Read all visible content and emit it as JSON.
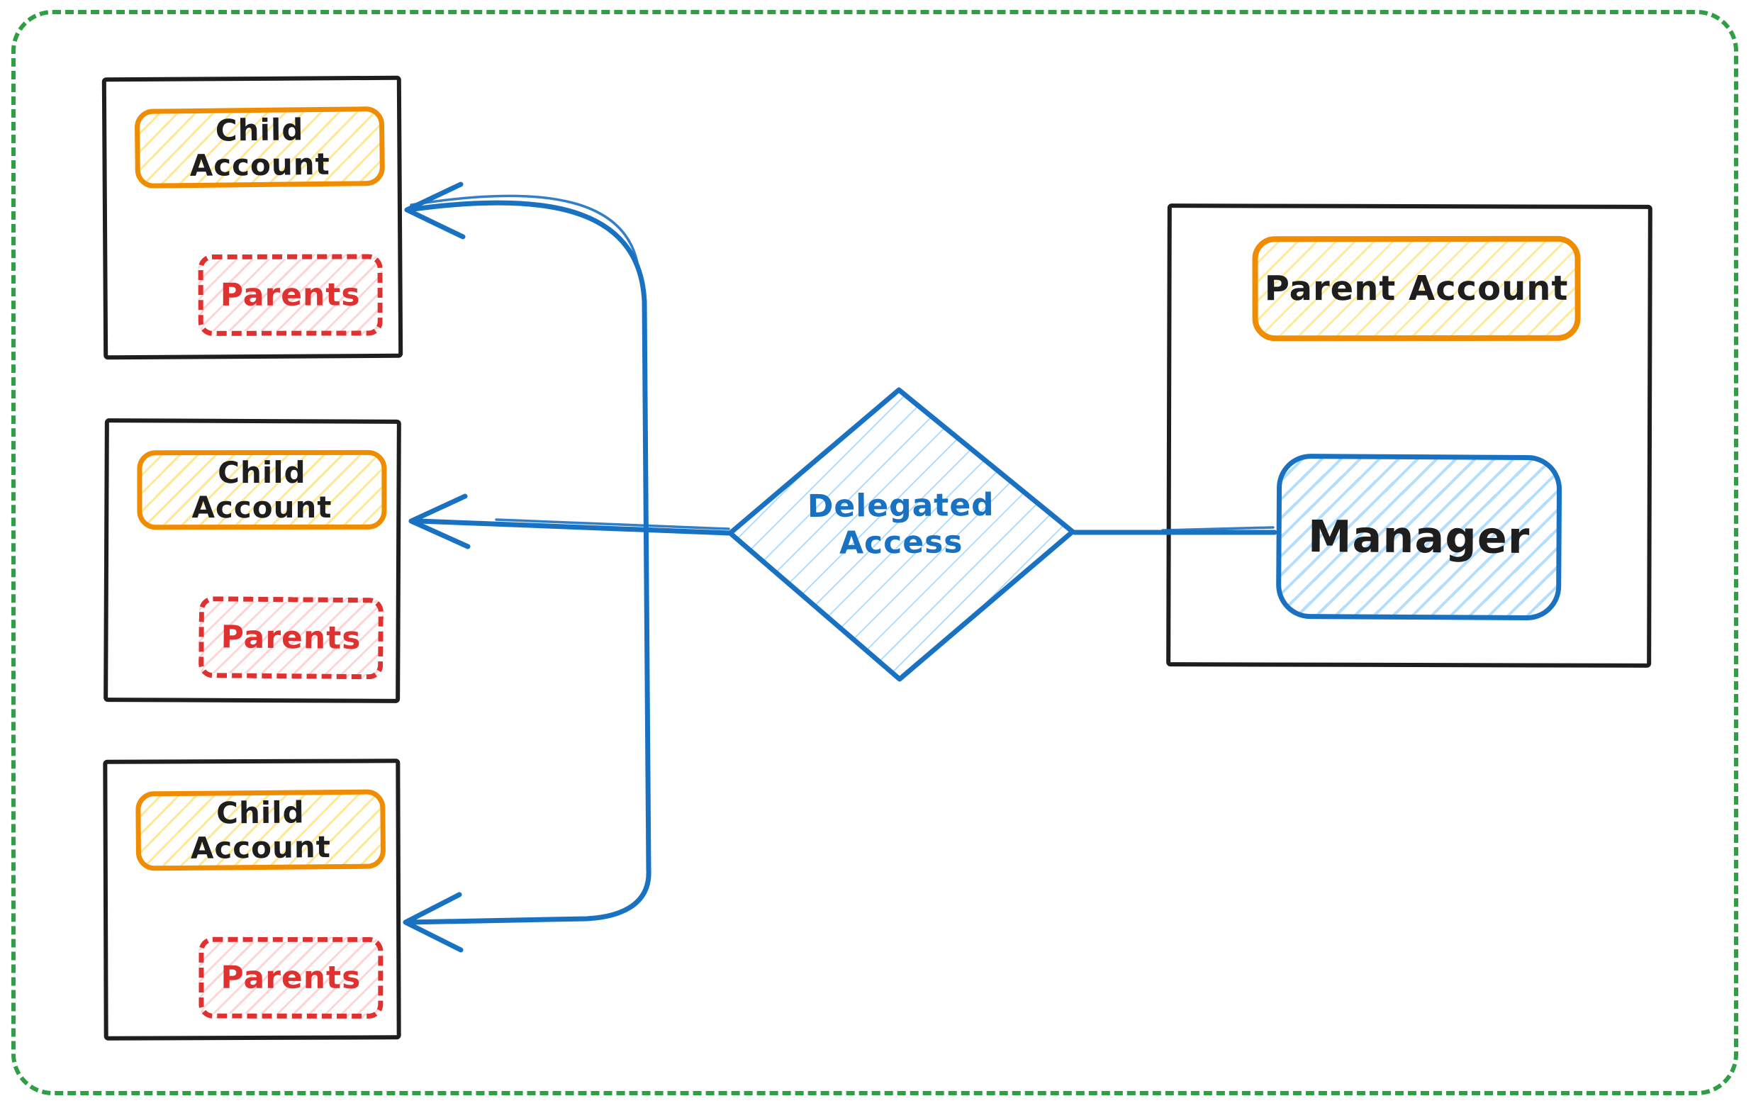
{
  "canvas": {
    "child_accounts": [
      {
        "title": "Child Account",
        "member_badge": "Parents"
      },
      {
        "title": "Child Account",
        "member_badge": "Parents"
      },
      {
        "title": "Child Account",
        "member_badge": "Parents"
      }
    ],
    "decision": {
      "label": "Delegated Access"
    },
    "parent_account": {
      "title": "Parent Account",
      "manager": "Manager"
    },
    "edges": [
      {
        "from": "Manager",
        "to": "Delegated Access",
        "arrow": "none"
      },
      {
        "from": "Delegated Access",
        "to": "Child Account (top)",
        "arrow": "open-arrowhead"
      },
      {
        "from": "Delegated Access",
        "to": "Child Account (middle)",
        "arrow": "open-arrowhead"
      },
      {
        "from": "Delegated Access",
        "to": "Child Account (bottom)",
        "arrow": "open-arrowhead"
      }
    ]
  },
  "colors": {
    "frame-green": "#2f9e44",
    "sketch-black": "#1e1e1e",
    "accent-orange": "#f08c00",
    "hatch-yellow": "#ffd43b",
    "accent-red": "#e03131",
    "hatch-pink": "#ffc9c9",
    "accent-blue": "#1971c2",
    "hatch-blue": "#a5d8ff",
    "background": "#ffffff"
  }
}
